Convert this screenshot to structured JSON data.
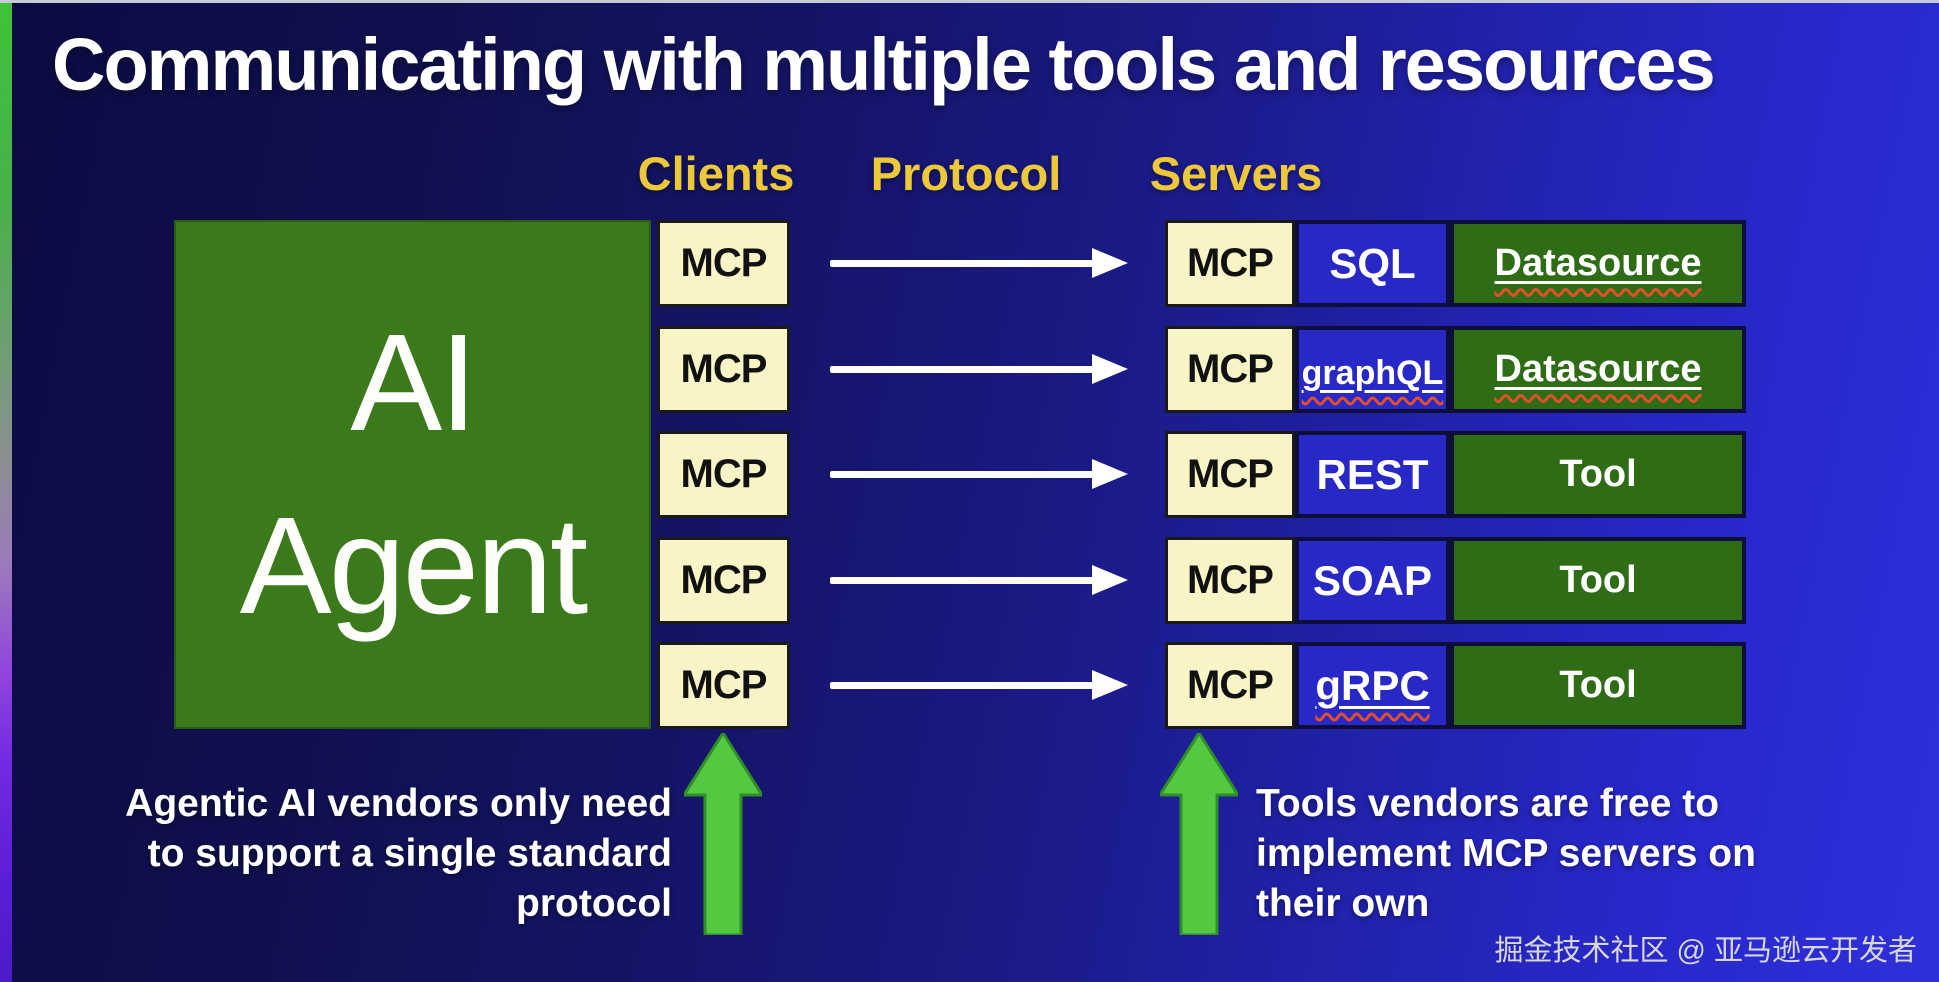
{
  "title": "Communicating with multiple tools and resources",
  "column_headers": {
    "clients": "Clients",
    "protocol": "Protocol",
    "servers": "Servers"
  },
  "ai_agent": {
    "line1": "AI",
    "line2": "Agent"
  },
  "rows": [
    {
      "client_mcp": "MCP",
      "server_mcp": "MCP",
      "protocol": "SQL",
      "protocol_spellcheck": false,
      "target": "Datasource",
      "target_spellcheck": true
    },
    {
      "client_mcp": "MCP",
      "server_mcp": "MCP",
      "protocol": "graphQL",
      "protocol_spellcheck": true,
      "target": "Datasource",
      "target_spellcheck": true
    },
    {
      "client_mcp": "MCP",
      "server_mcp": "MCP",
      "protocol": "REST",
      "protocol_spellcheck": false,
      "target": "Tool",
      "target_spellcheck": false
    },
    {
      "client_mcp": "MCP",
      "server_mcp": "MCP",
      "protocol": "SOAP",
      "protocol_spellcheck": false,
      "target": "Tool",
      "target_spellcheck": false
    },
    {
      "client_mcp": "MCP",
      "server_mcp": "MCP",
      "protocol": "gRPC",
      "protocol_spellcheck": true,
      "target": "Tool",
      "target_spellcheck": false
    }
  ],
  "captions": {
    "left": {
      "lines": [
        "Agentic AI vendors only need",
        "to support a single standard",
        "protocol"
      ]
    },
    "right": {
      "lines": [
        "Tools vendors are free to",
        "implement MCP servers on",
        "their own"
      ]
    }
  },
  "watermark": "掘金技术社区 @ 亚马逊云开发者",
  "icons": {
    "flow_arrow": "right-arrow",
    "emphasis_arrow": "up-arrow"
  },
  "colors": {
    "background_dark": "#0b0b43",
    "background_bright": "#3030da",
    "header_yellow": "#edc83b",
    "agent_green": "#3b7a1b",
    "server_green": "#2f6c16",
    "mcp_cream": "#f8f4c6",
    "protocol_blue": "#2828c6",
    "spellcheck_red": "#e2502a",
    "up_arrow_green": "#54c840",
    "stripe_top_green": "#3ec33a",
    "stripe_bottom_violet": "#4b1bc9",
    "watermark_gray": "#d6d6da"
  }
}
